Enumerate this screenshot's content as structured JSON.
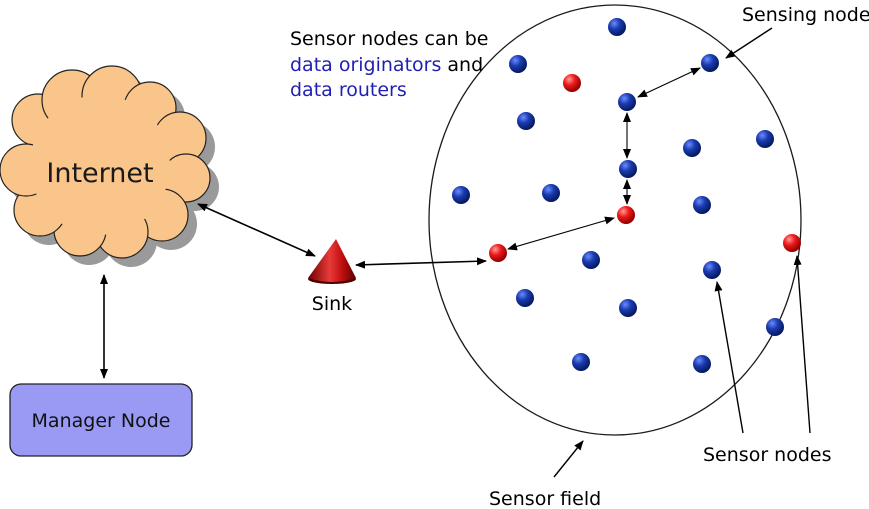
{
  "labels": {
    "internet": "Internet",
    "manager": "Manager Node",
    "sink": "Sink",
    "sensing_node": "Sensing node",
    "sensor_nodes": "Sensor nodes",
    "sensor_field": "Sensor field",
    "note_line1": "Sensor nodes can be",
    "note_originators": "data originators",
    "note_and": " and",
    "note_routers": "data routers"
  },
  "colors": {
    "cloud_fill": "#f9c58a",
    "cloud_shadow": "#9a9a9a",
    "manager_fill": "#9a9af5",
    "sensor_blue": "#0c2f9a",
    "router_red": "#e81414",
    "sink_red": "#c81818",
    "note_blue": "#1f1fb4"
  }
}
